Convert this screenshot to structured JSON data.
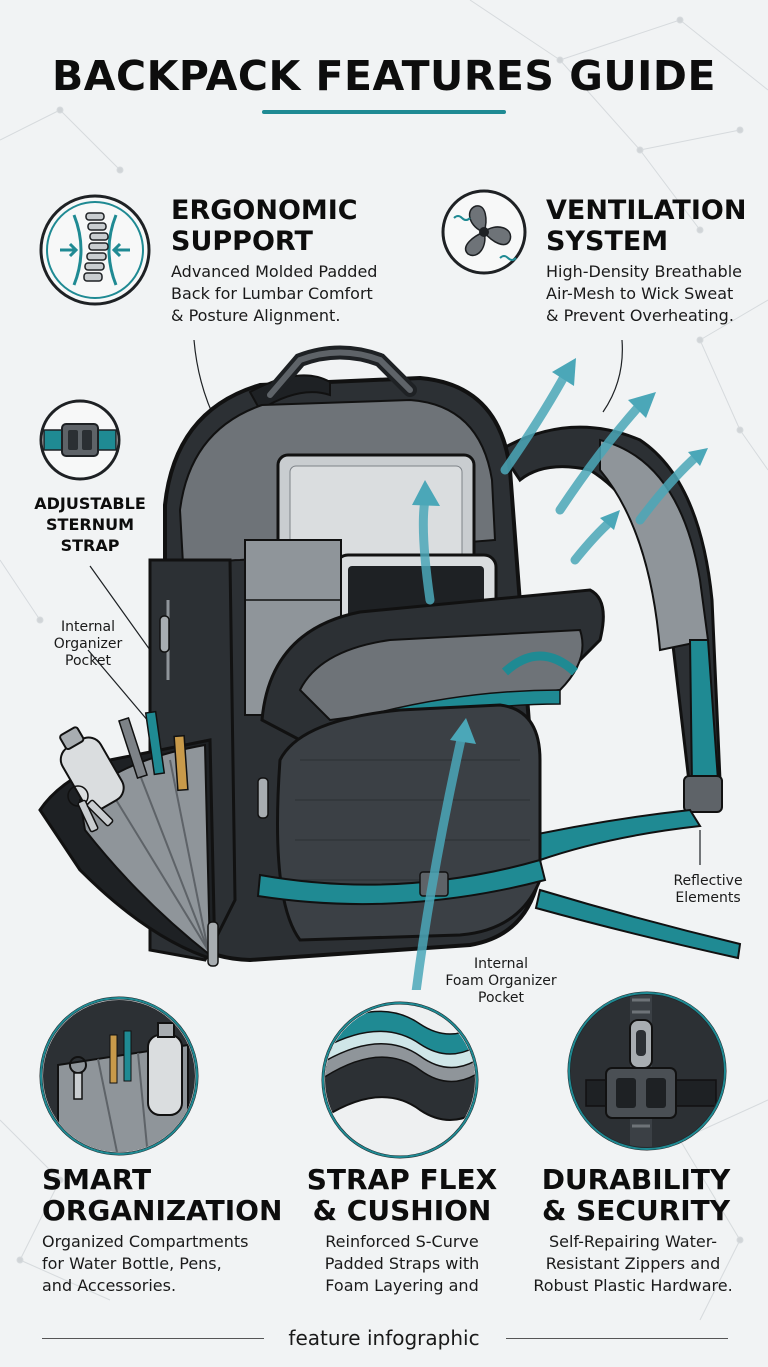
{
  "title": "BACKPACK FEATURES GUIDE",
  "features": {
    "ergonomic": {
      "heading": "ERGONOMIC\nSUPPORT",
      "desc": "Advanced Molded Padded\nBack for Lumbar Comfort\n& Posture Alignment.",
      "icon": "spine-icon"
    },
    "ventilation": {
      "heading": "VENTILATION\nSYSTEM",
      "desc": "High-Density Breathable\nAir-Mesh to Wick Sweat\n& Prevent Overheating.",
      "icon": "fan-icon"
    },
    "sternum": {
      "heading": "ADJUSTABLE\nSTERNUM\nSTRAP",
      "icon": "buckle-icon"
    },
    "organization": {
      "heading": "SMART\nORGANIZATION",
      "desc": "Organized Compartments\nfor Water Bottle, Pens,\nand Accessories."
    },
    "strap": {
      "heading": "STRAP FLEX\n& CUSHION",
      "desc": "Reinforced S-Curve\nPadded Straps with\nFoam Layering and"
    },
    "durability": {
      "heading": "DURABILITY\n& SECURITY",
      "desc": "Self-Repairing Water-\nResistant Zippers and\nRobust Plastic Hardware."
    }
  },
  "callouts": {
    "internal_pocket": "Internal\nOrganizer\nPocket",
    "reflective": "Reflective\nElements",
    "foam_pocket": "Internal\nFoam Organizer\nPocket"
  },
  "footer": "feature infographic",
  "colors": {
    "accent": "#1f8a93",
    "dark": "#1e2124",
    "grey": "#6e7378",
    "light_grey": "#a8adb1"
  }
}
